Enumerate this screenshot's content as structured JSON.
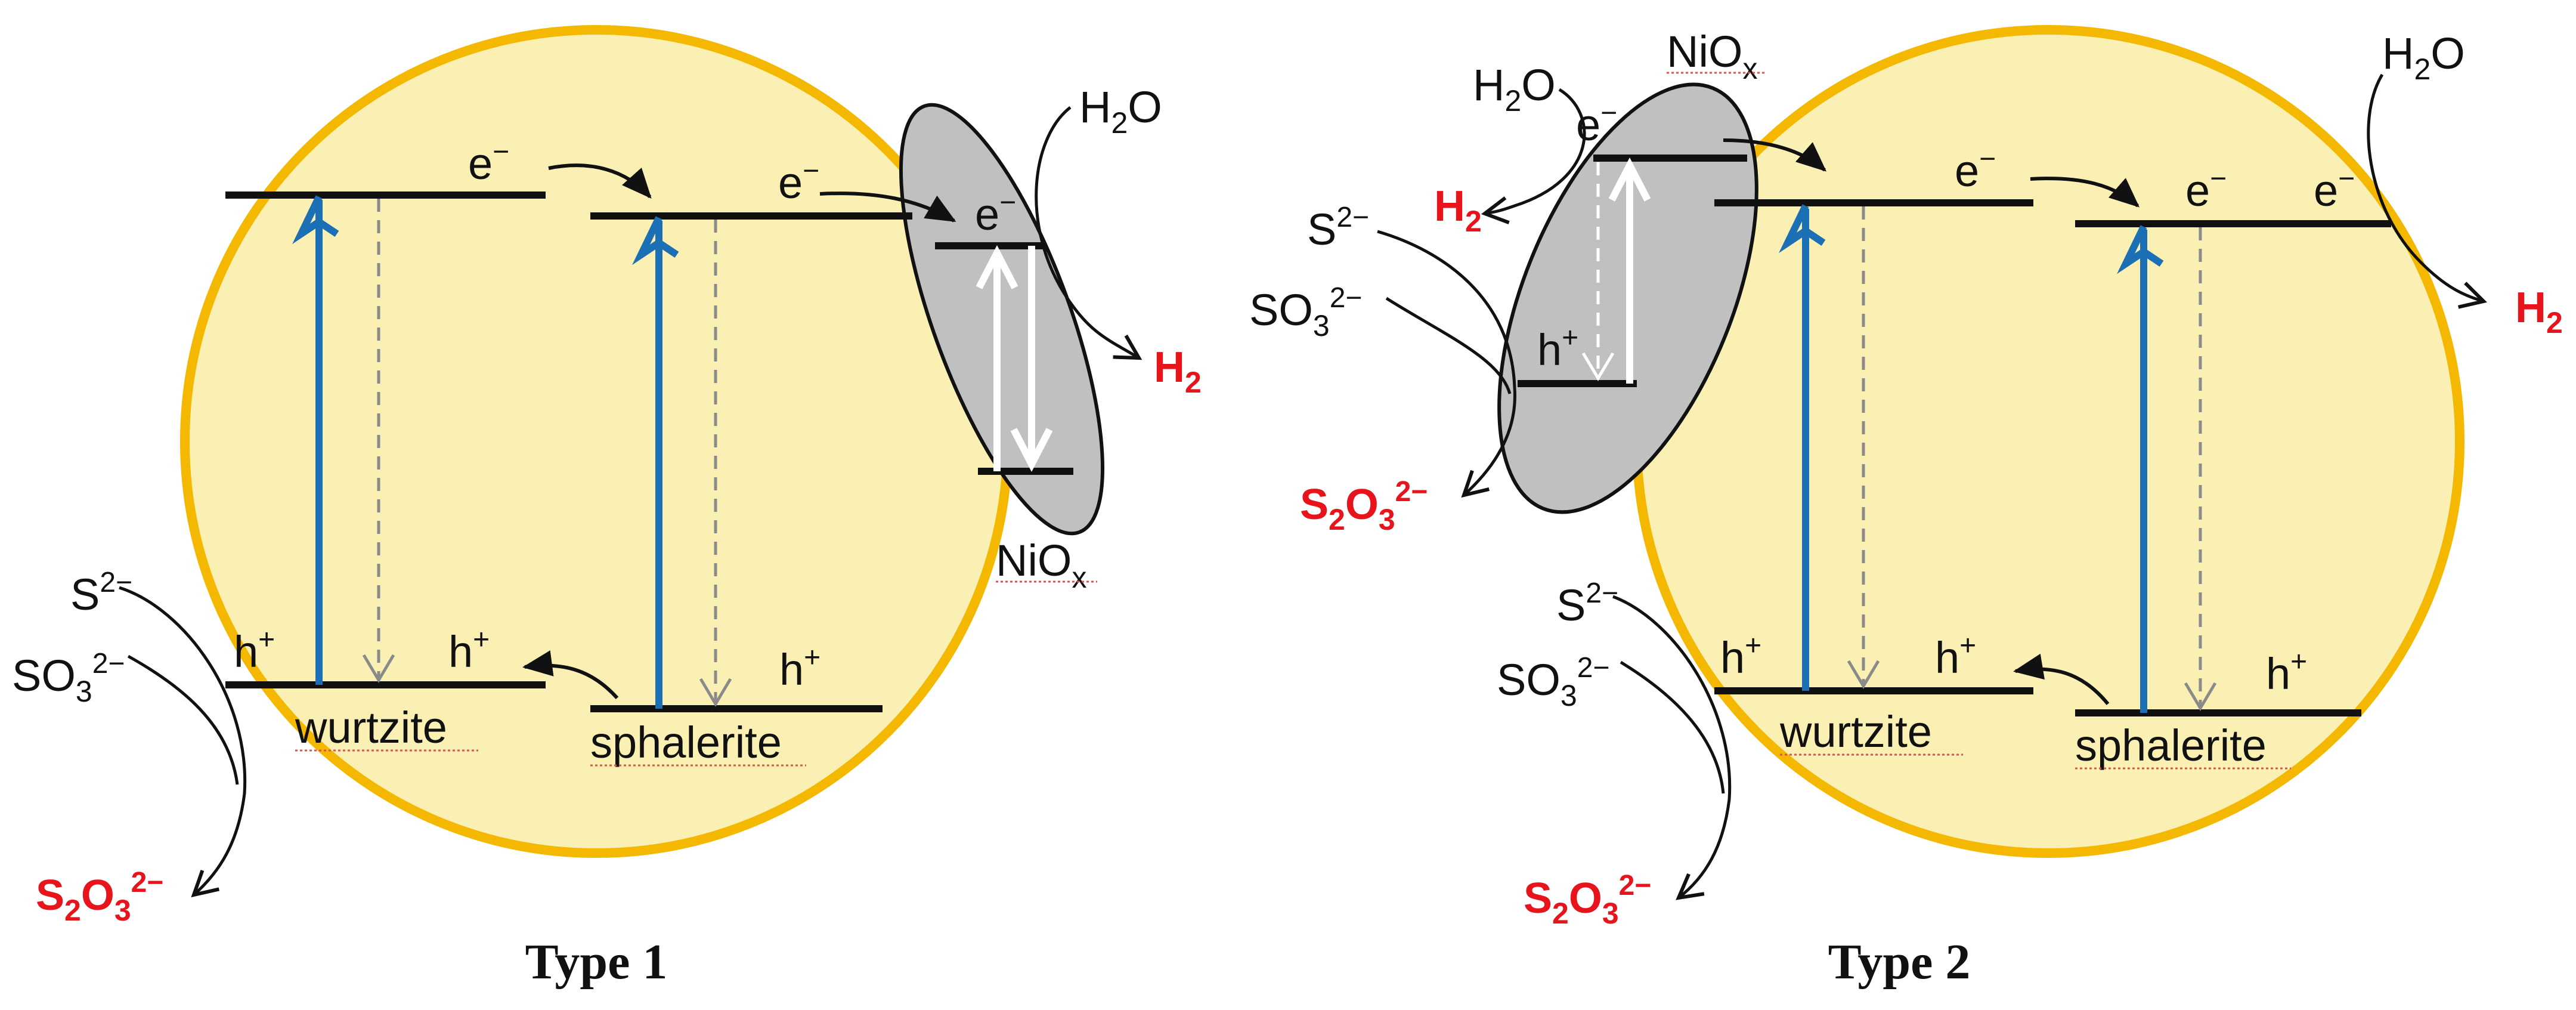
{
  "colors": {
    "particle_fill": "#fbf0b4",
    "particle_stroke": "#f5b800",
    "nio_fill": "#c0c0c0",
    "excitation_arrow": "#1b6fb5",
    "recombination_arrow": "#8a8a8a",
    "product": "#e8141b"
  },
  "labels": {
    "electron": "e",
    "electron_sup": "−",
    "hole": "h",
    "hole_sup": "+",
    "wurtzite": "wurtzite",
    "sphalerite": "sphalerite",
    "nio": "NiO",
    "nio_sub": "x",
    "water": {
      "h": "H",
      "sub": "2",
      "o": "O"
    },
    "h2": {
      "h": "H",
      "sub": "2"
    },
    "sulfide": {
      "s": "S",
      "sup": "2−"
    },
    "sulfite": {
      "so": "SO",
      "sub": "3",
      "sup": "2−"
    },
    "thiosulfate": {
      "s": "S",
      "sub1": "2",
      "o": "O",
      "sub2": "3",
      "sup": "2−"
    }
  },
  "panels": {
    "type1": {
      "caption": "Type 1"
    },
    "type2": {
      "caption": "Type 2"
    }
  }
}
